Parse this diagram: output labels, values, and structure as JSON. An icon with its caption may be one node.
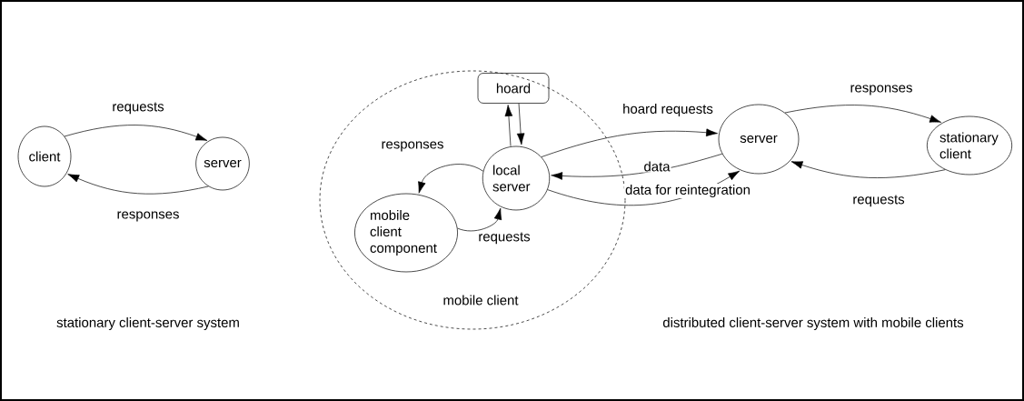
{
  "diagram": {
    "nodes": [
      {
        "text": [
          "client"
        ]
      },
      {
        "text": [
          "server"
        ]
      },
      {
        "text": [
          "mobile client"
        ]
      },
      {
        "text": [
          "hoard"
        ],
        "in": 2
      },
      {
        "text": [
          "local server"
        ],
        "in": 2
      },
      {
        "text": [
          "mobile client component"
        ],
        "in": 2
      },
      {
        "text": [
          "server"
        ]
      },
      {
        "text": [
          "stationary client"
        ]
      }
    ],
    "edges": [
      {
        "from": 0,
        "to": 1,
        "arrow": "to",
        "label": "requests"
      },
      {
        "from": 1,
        "to": 0,
        "arrow": "to",
        "label": "responses"
      },
      {
        "from": 4,
        "to": 3,
        "arrow": "to"
      },
      {
        "from": 3,
        "to": 4,
        "arrow": "to"
      },
      {
        "from": 4,
        "to": 5,
        "arrow": "to",
        "label": "responses"
      },
      {
        "from": 5,
        "to": 4,
        "arrow": "to",
        "label": "requests"
      },
      {
        "from": 4,
        "to": 6,
        "arrow": "to",
        "label": "hoard requests"
      },
      {
        "from": 6,
        "to": 4,
        "arrow": "to",
        "label": "data"
      },
      {
        "from": 4,
        "to": 6,
        "arrow": "to",
        "label": "data for reintegration"
      },
      {
        "from": 6,
        "to": 7,
        "arrow": "to",
        "label": "responses"
      },
      {
        "from": 7,
        "to": 6,
        "arrow": "to",
        "label": "requests"
      }
    ],
    "labels": [
      "stationary client-server system",
      "distributed client-server system with mobile clients"
    ]
  }
}
